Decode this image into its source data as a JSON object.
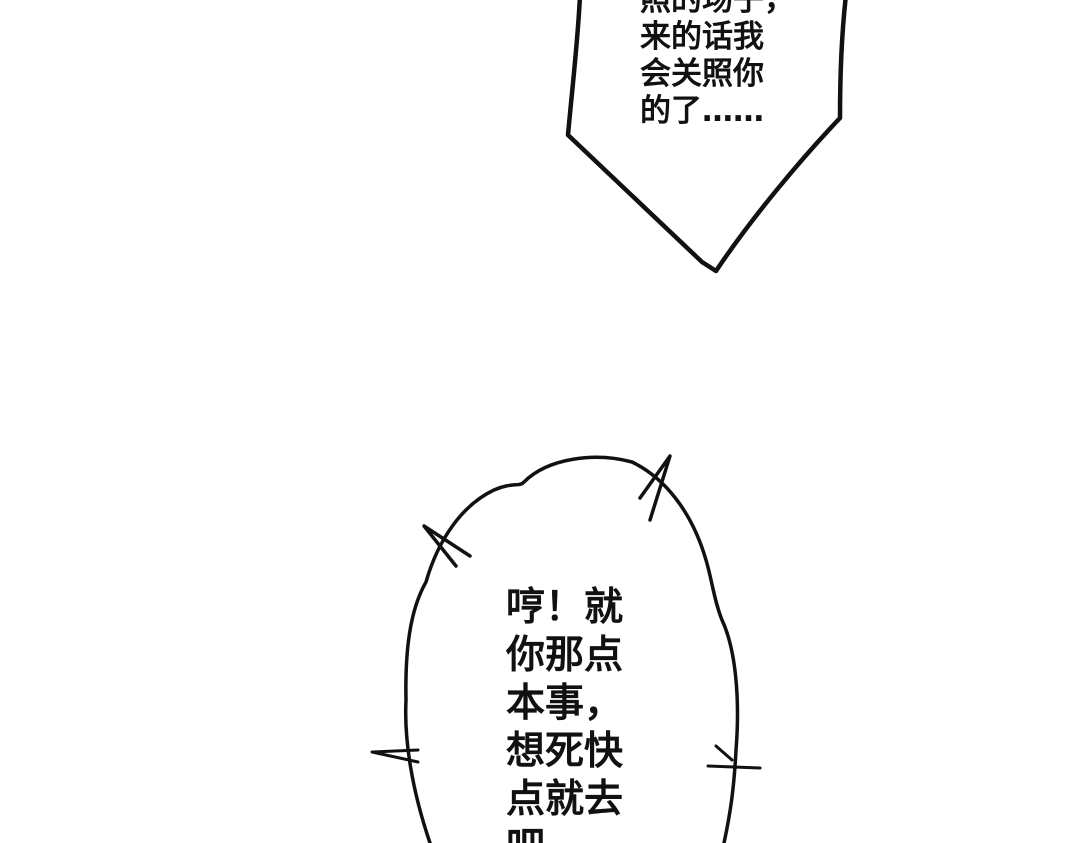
{
  "bubbles": {
    "top": {
      "lines": [
        "照的场子，",
        "来的话我",
        "会关照你",
        "的了……"
      ]
    },
    "bottom": {
      "lines": [
        "哼！就",
        "你那点",
        "本事，",
        "想死快",
        "点就去",
        "吧"
      ]
    }
  },
  "colors": {
    "ink": "#111111",
    "paper": "#ffffff"
  }
}
